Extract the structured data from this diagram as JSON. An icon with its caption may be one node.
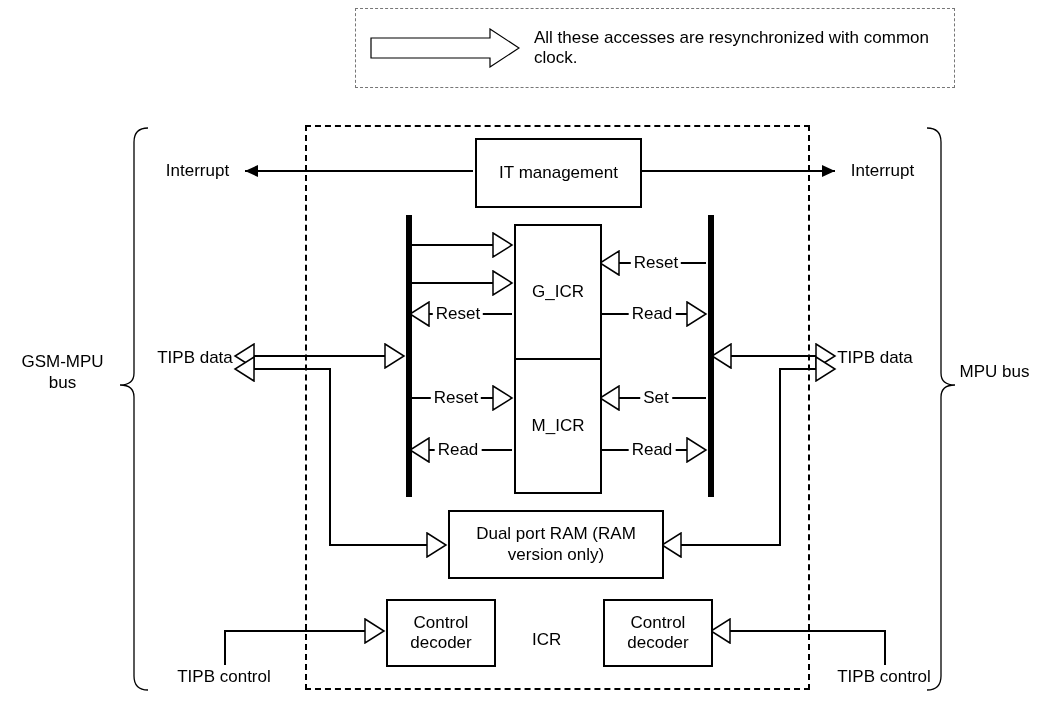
{
  "diagram": {
    "nodes": [
      {
        "text": [
          "ICR"
        ]
      },
      {
        "text": [
          "GSM-MPU bus"
        ]
      },
      {
        "text": [
          "MPU bus"
        ]
      },
      {
        "text": [
          "Interrupt"
        ]
      },
      {
        "text": [
          "Interrupt"
        ]
      },
      {
        "text": [
          "IT management"
        ],
        "in": 0
      },
      {
        "text": [],
        "shape": "bar",
        "in": 0
      },
      {
        "text": [],
        "shape": "bar",
        "in": 0
      },
      {
        "text": [
          "G_ICR"
        ],
        "in": 0
      },
      {
        "text": [
          "M_ICR"
        ],
        "in": 0
      },
      {
        "text": [
          "Dual port RAM (RAM version only)"
        ],
        "in": 0
      },
      {
        "text": [
          "Control decoder"
        ],
        "in": 0
      },
      {
        "text": [
          "Control decoder"
        ],
        "in": 0
      },
      {
        "text": [
          "TIPB data"
        ]
      },
      {
        "text": [
          "TIPB data"
        ]
      },
      {
        "text": [
          "TIPB control"
        ]
      },
      {
        "text": [
          "TIPB control"
        ]
      }
    ],
    "edges": [
      {
        "from": 5,
        "to": 3,
        "arrow": "to"
      },
      {
        "from": 5,
        "to": 4,
        "arrow": "to"
      },
      {
        "from": 6,
        "to": 8,
        "arrow": "to"
      },
      {
        "from": 6,
        "to": 8,
        "arrow": "to"
      },
      {
        "from": 7,
        "to": 8,
        "label": "Reset",
        "arrow": "to"
      },
      {
        "from": 8,
        "to": 6,
        "label": "Reset",
        "arrow": "to"
      },
      {
        "from": 8,
        "to": 7,
        "label": "Read",
        "arrow": "to"
      },
      {
        "from": 6,
        "to": 9,
        "label": "Reset",
        "arrow": "to"
      },
      {
        "from": 7,
        "to": 9,
        "label": "Set",
        "arrow": "to"
      },
      {
        "from": 9,
        "to": 6,
        "label": "Read",
        "arrow": "to"
      },
      {
        "from": 9,
        "to": 7,
        "label": "Read",
        "arrow": "to"
      },
      {
        "from": 13,
        "to": 6,
        "arrow": "both"
      },
      {
        "from": 14,
        "to": 7,
        "arrow": "both"
      },
      {
        "from": 13,
        "to": 10,
        "arrow": "both"
      },
      {
        "from": 14,
        "to": 10,
        "arrow": "both"
      },
      {
        "from": 15,
        "to": 11,
        "arrow": "to"
      },
      {
        "from": 16,
        "to": 12,
        "arrow": "to"
      }
    ],
    "legend": [
      {
        "text": "All these accesses are resynchronized with common clock."
      }
    ]
  }
}
